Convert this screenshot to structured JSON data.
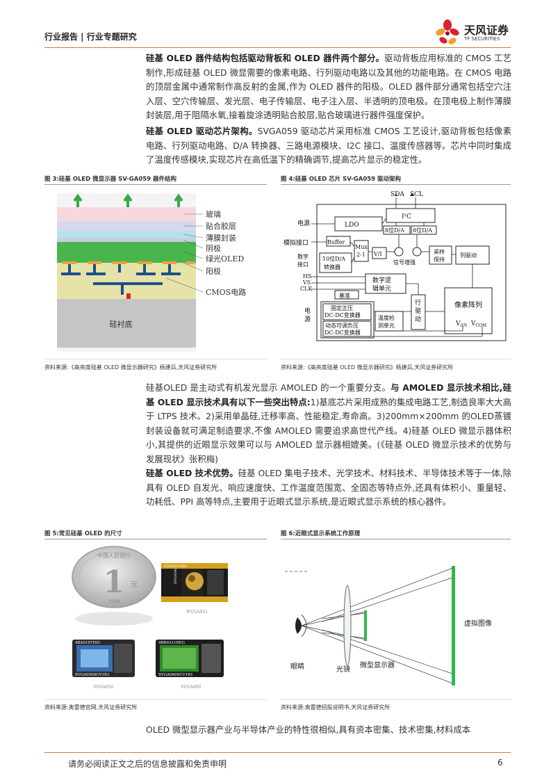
{
  "header": {
    "section": "行业报告 | 行业专题研究",
    "logo_name": "天风证券",
    "logo_en": "TF SECURITIES"
  },
  "paragraphs": {
    "p1_bold": "硅基 OLED 器件结构包括驱动背板和 OLED 器件两个部分。",
    "p1_text": "驱动背板应用标准的 CMOS 工艺制作,形成硅基 OLED 微显需要的像素电路、行列驱动电路以及其他的功能电路。在 CMOS 电路的顶层金属中通常制作高反射的金属,作为 OLED 器件的阳极。OLED 器件部分通常包括空穴注入层、空穴传输层、发光层、电子传输层、电子注入层、半透明的顶电极。在顶电极上制作薄膜封装层,用于阻隔水氧,接着旋涂透明贴合胶层,贴合玻璃进行器件强度保护。",
    "p2_bold": "硅基 OLED 驱动芯片架构。",
    "p2_text": "SVGA059 驱动芯片采用标准 CMOS 工艺设计,驱动背板包括像素电路、行列驱动电路、D/A 转换器、三路电源模块、I2C 接口、温度传感器等。芯片中同时集成了温度传感模块,实现芯片在高低温下的精确调节,提高芯片显示的稳定性。",
    "p3_text1": "硅基OLED 是主动式有机发光显示 AMOLED 的一个重要分支。",
    "p3_bold": "与 AMOLED 显示技术相比,硅基 OLED 显示技术具有以下一些突出特点:",
    "p3_text2": "1)基底芯片采用成熟的集成电路工艺,制造良率大大高于 LTPS 技术。2)采用单晶硅,迁移率高、性能稳定,寿命高。3)200mm×200mm 的OLED蒸镀封装设备就可满足制造要求,不像 AMOLED 需要追求高世代产线。4)硅基 OLED 微显示器体积小,其提供的近眼显示效果可以与 AMOLED 显示器相媲美。(《硅基 OLED 微显示技术的优势与发展现状》张积梅)",
    "p4_bold": "硅基 OLED 技术优势。",
    "p4_text": "硅基 OLED 集电子技术、光学技术、材料技术、半导体技术等于一体,除具有 OLED 自发光、响应速度快、工作温度范围宽、全固态等特点外,还具有体积小、重量轻、功耗低、PPI 高等特点,主要用于近眼式显示系统,是近眼式显示系统的核心器件。",
    "p5_text": "OLED 微型显示器产业与半导体产业的特性很相似,具有资本密集、技术密集,材料成本"
  },
  "figures": {
    "fig3": {
      "title": "图 3:硅基 OLED 微显示器 SV-GA059 器件结构",
      "source": "资料来源:《高亮度硅基 OLED 微显示器研究》杨建兵,天风证券研究所",
      "labels": [
        "玻璃",
        "贴合胶层",
        "薄膜封装",
        "阴极",
        "绿光OLED",
        "阳极",
        "CMOS电路"
      ],
      "substrate": "硅衬底"
    },
    "fig4": {
      "title": "图 4:硅基 OLED 芯片 SV-GA059 驱动架构",
      "source": "资料来源:《高亮度硅基 OLED 微显示器研究》杨建兵,天风证券研究所",
      "sda": "SDA",
      "scl": "SCL",
      "power": "电源",
      "ldo": "LDO",
      "i2c": "I²C",
      "dac8a": "8位D/A",
      "dac8b": "8位D/A",
      "analog_in": "模拟接口",
      "buffer": "Buffer",
      "mux": "Mux",
      "mux_sub": "2-1",
      "vi": "V/I",
      "signal_boost": "信号增强",
      "sample_hold_1": "采样",
      "sample_hold_2": "保持",
      "col_drive": "列驱动",
      "digital_in_1": "数字",
      "digital_in_2": "接口",
      "dac10_1": "10位D/A",
      "dac10_2": "转换器",
      "hs": "HS",
      "vs": "VS",
      "clk": "CLK",
      "digital_logic_1": "数字逻",
      "digital_logic_2": "辑单元",
      "reference": "基准",
      "row_drive_1": "行",
      "row_drive_2": "驱",
      "row_drive_3": "动",
      "pixel_array": "像素阵列",
      "van": "V",
      "van_sub": "AN",
      "vcom": "V",
      "vcom_sub": "COM",
      "power_side_1": "电",
      "power_side_2": "源",
      "pos_dcdc_1": "固定正压",
      "pos_dcdc_2": "DC-DC变换器",
      "neg_dcdc_1": "动态可调负压",
      "neg_dcdc_2": "DC-DC变换器",
      "temp_1": "温度检",
      "temp_2": "测单元"
    },
    "fig5": {
      "title": "图 5:常见硅基 OLED 的尺寸",
      "source": "资料来源:奥雷德官网,天风证券研究所",
      "coin_text": "中国人民银行",
      "coin_value": "1",
      "coin_unit": "元",
      "coin_year": "1999",
      "chip1_top": "63P0001EB6",
      "chip1_side": "SVGA041",
      "chip1_caption": "WVGA041",
      "chip2_top": "4BA0107HIC",
      "chip2_bottom": "SVGA050SCV1R1",
      "chip2_caption": "SVGA050",
      "chip3_top": "4BB0311BEG",
      "chip3_bottom": "SVGA060SCV1R1",
      "chip3_caption": "SVGA060"
    },
    "fig6": {
      "title": "图 6:近眼式显示系统工作原理",
      "source": "资料来源:奥雷德招股说明书,天风证券研究所",
      "eye": "眼睛",
      "lens": "光镜",
      "micro_display": "微型显示器",
      "virtual_image": "虚拟图像"
    }
  },
  "footer": {
    "disclaimer": "请务必阅读正文之后的信息披露和免责申明",
    "page": "6"
  },
  "colors": {
    "accent": "#c97c2e",
    "logo_red": "#d9232f",
    "logo_orange": "#f39c2c",
    "oled_green": "#2fb84a"
  }
}
